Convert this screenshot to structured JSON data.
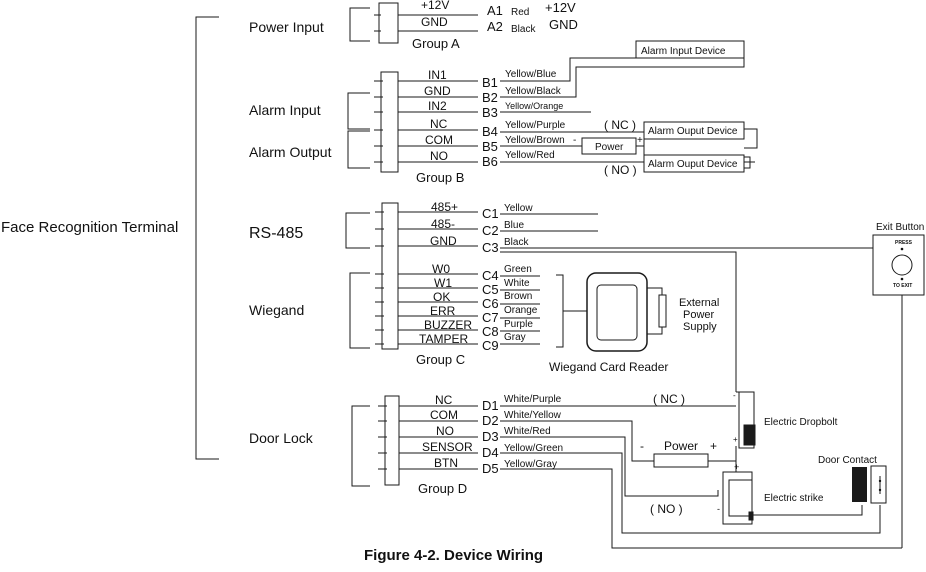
{
  "terminal": "Face Recognition Terminal",
  "caption": "Figure 4-2. Device Wiring",
  "sections": {
    "power_input": "Power Input",
    "alarm_input": "Alarm Input",
    "alarm_output": "Alarm Output",
    "rs485": "RS-485",
    "wiegand": "Wiegand",
    "door_lock": "Door Lock"
  },
  "groups": {
    "a": "Group A",
    "b": "Group B",
    "c": "Group C",
    "d": "Group D"
  },
  "group_a": [
    {
      "signal": "+12V",
      "pin": "A1",
      "wire": "Red",
      "dest": "+12V"
    },
    {
      "signal": "GND",
      "pin": "A2",
      "wire": "Black",
      "dest": "GND"
    }
  ],
  "group_b": [
    {
      "signal": "IN1",
      "pin": "B1",
      "wire": "Yellow/Blue"
    },
    {
      "signal": "GND",
      "pin": "B2",
      "wire": "Yellow/Black"
    },
    {
      "signal": "IN2",
      "pin": "B3",
      "wire": "Yellow/Orange"
    },
    {
      "signal": "NC",
      "pin": "B4",
      "wire": "Yellow/Purple"
    },
    {
      "signal": "COM",
      "pin": "B5",
      "wire": "Yellow/Brown"
    },
    {
      "signal": "NO",
      "pin": "B6",
      "wire": "Yellow/Red"
    }
  ],
  "group_c": [
    {
      "signal": "485+",
      "pin": "C1",
      "wire": "Yellow"
    },
    {
      "signal": "485-",
      "pin": "C2",
      "wire": "Blue"
    },
    {
      "signal": "GND",
      "pin": "C3",
      "wire": "Black"
    },
    {
      "signal": "W0",
      "pin": "C4",
      "wire": "Green"
    },
    {
      "signal": "W1",
      "pin": "C5",
      "wire": "White"
    },
    {
      "signal": "OK",
      "pin": "C6",
      "wire": "Brown"
    },
    {
      "signal": "ERR",
      "pin": "C7",
      "wire": "Orange"
    },
    {
      "signal": "BUZZER",
      "pin": "C8",
      "wire": "Purple"
    },
    {
      "signal": "TAMPER",
      "pin": "C9",
      "wire": "Gray"
    }
  ],
  "group_d": [
    {
      "signal": "NC",
      "pin": "D1",
      "wire": "White/Purple"
    },
    {
      "signal": "COM",
      "pin": "D2",
      "wire": "White/Yellow"
    },
    {
      "signal": "NO",
      "pin": "D3",
      "wire": "White/Red"
    },
    {
      "signal": "SENSOR",
      "pin": "D4",
      "wire": "Yellow/Green"
    },
    {
      "signal": "BTN",
      "pin": "D5",
      "wire": "Yellow/Gray"
    }
  ],
  "devices": {
    "alarm_input_device": "Alarm Input Device",
    "alarm_output_device_1": "Alarm Ouput Device",
    "alarm_output_device_2": "Alarm Ouput Device",
    "power_b": "Power",
    "power_d": "Power",
    "nc_b": "( NC )",
    "no_b": "( NO )",
    "nc_d": "( NC )",
    "no_d": "( NO )",
    "exit_button": "Exit Button",
    "press": "PRESS",
    "to_exit": "TO EXIT",
    "wiegand_reader": "Wiegand Card Reader",
    "external_power_1": "External",
    "external_power_2": "Power",
    "external_power_3": "Supply",
    "electric_dropbolt": "Electric Dropbolt",
    "electric_strike": "Electric strike",
    "door_contact": "Door Contact",
    "minus": "-",
    "plus": "+"
  }
}
